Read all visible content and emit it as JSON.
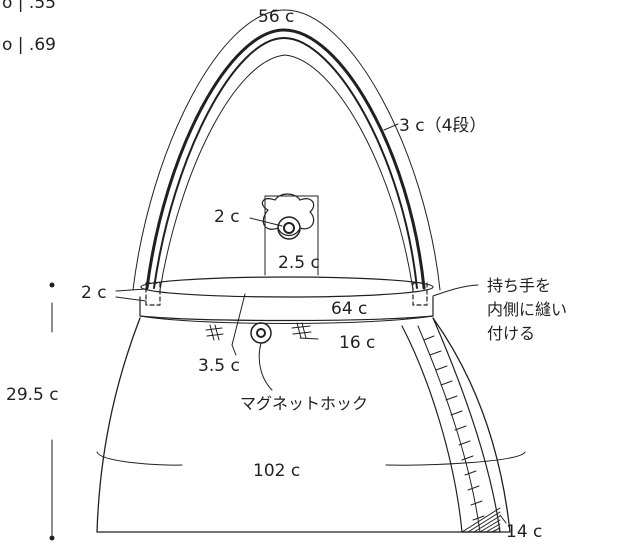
{
  "labels": {
    "topleft_1": "o | .55",
    "topleft_2": "o | .69",
    "handle_length": "56 c",
    "handle_width": "3 c（4段）",
    "tab_width": "2 c",
    "tab_length": "2.5 c",
    "band_height": "2 c",
    "band_circ": "64 c",
    "gather_left": "3.5 c",
    "gather_right": "16 c",
    "height": "29.5 c",
    "body_circ": "102 c",
    "gusset": "14 c",
    "magnet": "マグネットホック",
    "note_1": "持ち手を",
    "note_2": "内側に縫い",
    "note_3": "付ける"
  }
}
